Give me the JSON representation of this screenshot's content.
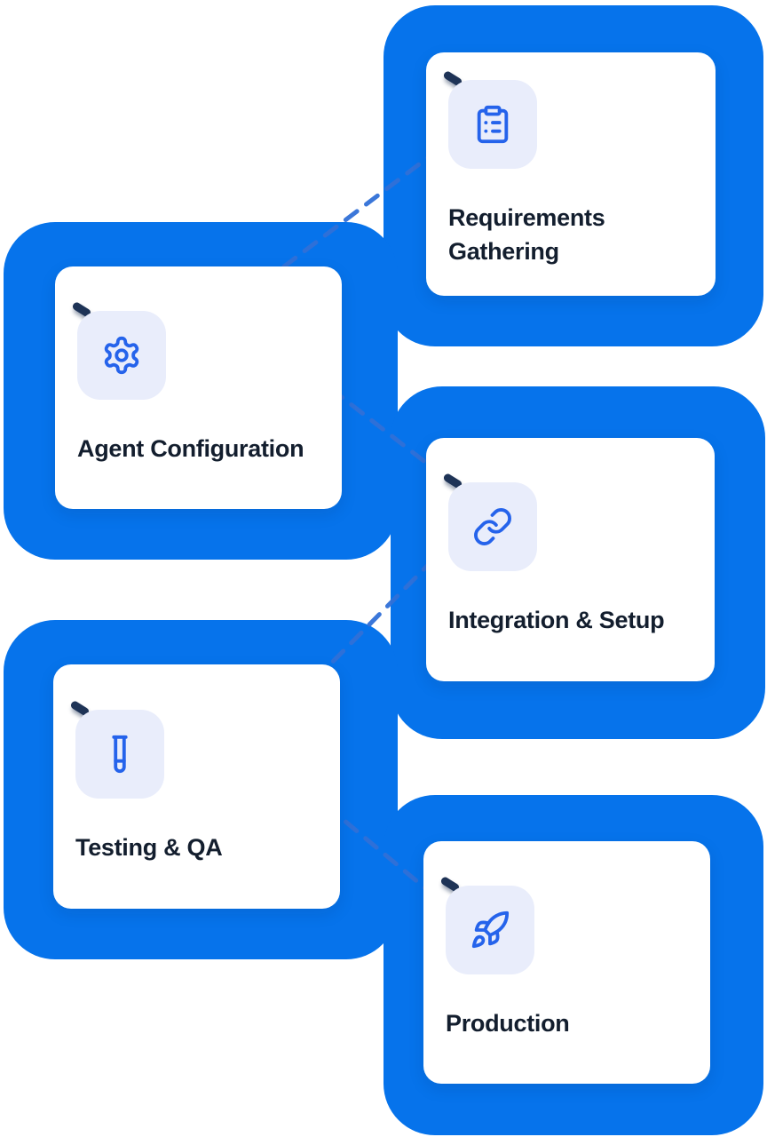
{
  "diagram": {
    "type": "workflow",
    "nodes": [
      {
        "id": "requirements-gathering",
        "label": "Requirements Gathering",
        "icon": "clipboard-list-icon"
      },
      {
        "id": "agent-configuration",
        "label": "Agent Configuration",
        "icon": "gear-icon"
      },
      {
        "id": "integration-setup",
        "label": "Integration & Setup",
        "icon": "link-icon"
      },
      {
        "id": "testing-qa",
        "label": "Testing & QA",
        "icon": "test-tube-icon"
      },
      {
        "id": "production",
        "label": "Production",
        "icon": "rocket-icon"
      }
    ],
    "edges": [
      {
        "from": "requirements-gathering",
        "to": "agent-configuration",
        "style": "dashed"
      },
      {
        "from": "agent-configuration",
        "to": "integration-setup",
        "style": "dashed"
      },
      {
        "from": "integration-setup",
        "to": "testing-qa",
        "style": "dashed"
      },
      {
        "from": "testing-qa",
        "to": "production",
        "style": "dashed"
      }
    ],
    "colors": {
      "node_blob": "#0673eb",
      "card_background": "#ffffff",
      "icon_tile_background": "#e9edfb",
      "icon_stroke": "#2563eb",
      "label_text": "#131e2e",
      "connector": "#3170d8"
    }
  }
}
